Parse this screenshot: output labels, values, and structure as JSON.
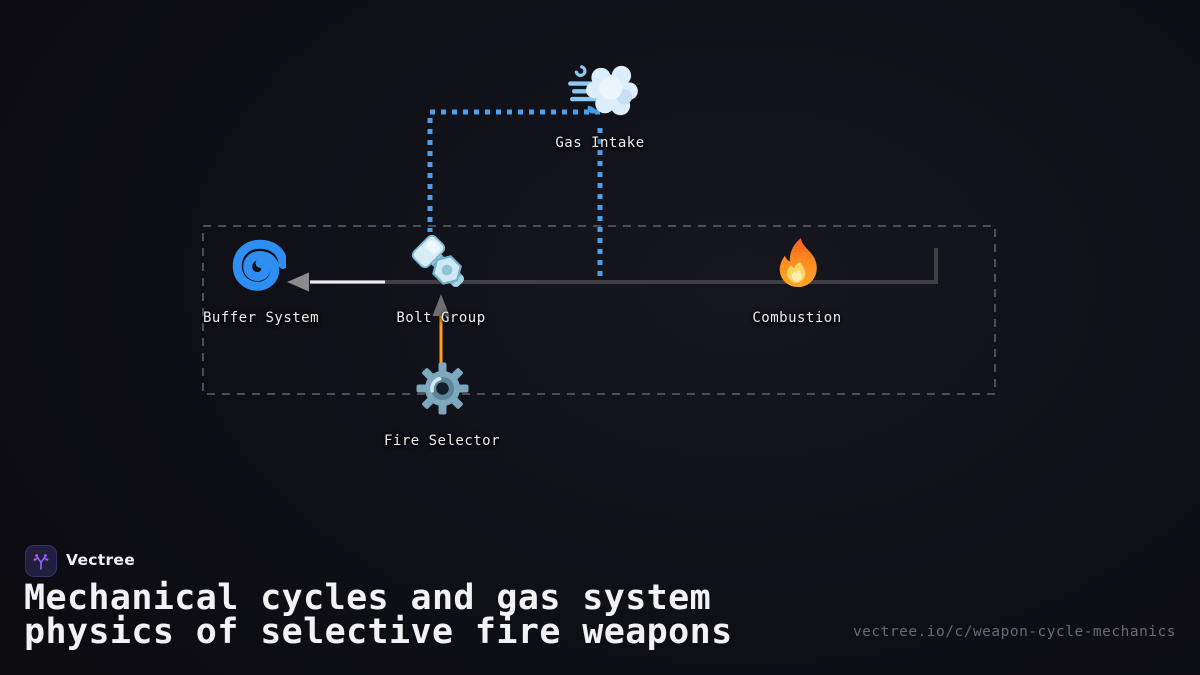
{
  "brand": {
    "name": "Vectree"
  },
  "title": {
    "line1": "Mechanical cycles and gas system",
    "line2": "physics of selective fire weapons"
  },
  "footer_url": "vectree.io/c/weapon-cycle-mechanics",
  "nodes": {
    "gas_intake": {
      "label": "Gas Intake",
      "icon": "wind-cloud-icon"
    },
    "buffer_system": {
      "label": "Buffer System",
      "icon": "cyclone-icon"
    },
    "bolt_group": {
      "label": "Bolt Group",
      "icon": "nut-and-bolt-icon"
    },
    "combustion": {
      "label": "Combustion",
      "icon": "fire-icon"
    },
    "fire_selector": {
      "label": "Fire Selector",
      "icon": "gear-icon"
    }
  },
  "colors": {
    "background": "#0e0e15",
    "gas_dotted_blue": "#4d9eeb",
    "selector_orange": "#ffa11a",
    "barrel_gray": "#3f3f44",
    "arrow_gray": "#8a8a8c",
    "boundary_dash_gray": "#4e4e58",
    "label_white": "#ececec",
    "cyclone_blue": "#2f8ef4",
    "brand_purple": "#8a63f0"
  }
}
